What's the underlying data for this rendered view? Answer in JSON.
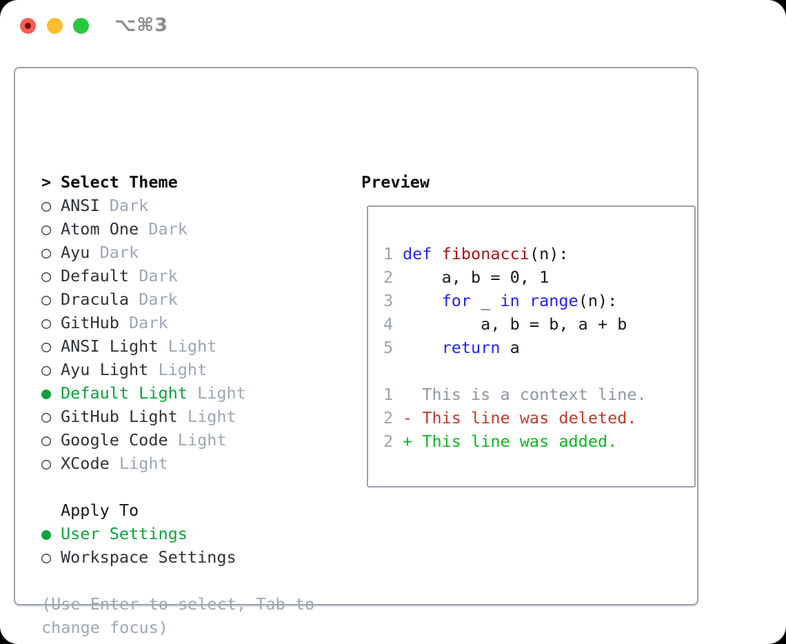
{
  "window": {
    "title": "⌥⌘3",
    "traffic_lights": [
      "close",
      "minimize",
      "zoom"
    ]
  },
  "markers": {
    "focus": ">",
    "selected": "●",
    "unselected": "○"
  },
  "theme_panel": {
    "header": {
      "prefix": ">",
      "label": "Select Theme"
    },
    "themes": [
      {
        "name": "ANSI",
        "variant": "Dark",
        "selected": false
      },
      {
        "name": "Atom One",
        "variant": "Dark",
        "selected": false
      },
      {
        "name": "Ayu",
        "variant": "Dark",
        "selected": false
      },
      {
        "name": "Default",
        "variant": "Dark",
        "selected": false
      },
      {
        "name": "Dracula",
        "variant": "Dark",
        "selected": false
      },
      {
        "name": "GitHub",
        "variant": "Dark",
        "selected": false
      },
      {
        "name": "ANSI Light",
        "variant": "Light",
        "selected": false
      },
      {
        "name": "Ayu Light",
        "variant": "Light",
        "selected": false
      },
      {
        "name": "Default Light",
        "variant": "Light",
        "selected": true
      },
      {
        "name": "GitHub Light",
        "variant": "Light",
        "selected": false
      },
      {
        "name": "Google Code",
        "variant": "Light",
        "selected": false
      },
      {
        "name": "XCode",
        "variant": "Light",
        "selected": false
      }
    ],
    "apply_to": {
      "label": "Apply To",
      "options": [
        {
          "name": "User Settings",
          "selected": true
        },
        {
          "name": "Workspace Settings",
          "selected": false
        }
      ]
    },
    "help_lines": [
      "(Use Enter to select, Tab to",
      "change focus)"
    ]
  },
  "preview": {
    "label": "Preview",
    "code_lines": [
      {
        "num": "1",
        "tokens": [
          {
            "t": "def",
            "c": "keyword"
          },
          {
            "t": " ",
            "c": "plain"
          },
          {
            "t": "fibonacci",
            "c": "function"
          },
          {
            "t": "(n):",
            "c": "plain"
          }
        ]
      },
      {
        "num": "2",
        "tokens": [
          {
            "t": "    a, b = 0, 1",
            "c": "plain"
          }
        ]
      },
      {
        "num": "3",
        "tokens": [
          {
            "t": "    ",
            "c": "plain"
          },
          {
            "t": "for",
            "c": "keyword"
          },
          {
            "t": " _ ",
            "c": "plain"
          },
          {
            "t": "in",
            "c": "keyword"
          },
          {
            "t": " ",
            "c": "plain"
          },
          {
            "t": "range",
            "c": "keyword"
          },
          {
            "t": "(n):",
            "c": "plain"
          }
        ]
      },
      {
        "num": "4",
        "tokens": [
          {
            "t": "        a, b = b, a + b",
            "c": "plain"
          }
        ]
      },
      {
        "num": "5",
        "tokens": [
          {
            "t": "    ",
            "c": "plain"
          },
          {
            "t": "return",
            "c": "keyword"
          },
          {
            "t": " a",
            "c": "plain"
          }
        ]
      }
    ],
    "diff_lines": [
      {
        "num": "1",
        "tokens": [
          {
            "t": "  This is a context line.",
            "c": "context"
          }
        ]
      },
      {
        "num": "2",
        "tokens": [
          {
            "t": "- This line was deleted.",
            "c": "deleted"
          }
        ]
      },
      {
        "num": "2",
        "tokens": [
          {
            "t": "+ This line was added.",
            "c": "added"
          }
        ]
      }
    ]
  },
  "colors": {
    "accent_selected_green": "#0da33b",
    "diff_added_green": "#0cb822",
    "diff_deleted_red": "#c5392b",
    "keyword_blue": "#2424ef",
    "function_red": "#a81414",
    "dim_gray": "#9da6b2",
    "line_number_gray": "#9aa4b0",
    "context_gray": "#8e969e",
    "border_gray": "#9aa2ad",
    "traffic_red": "#f35f55",
    "traffic_red_dot": "#7d0b06",
    "traffic_yellow": "#fdbd2e",
    "traffic_green": "#29c73f",
    "title_gray": "#8b8b90"
  }
}
